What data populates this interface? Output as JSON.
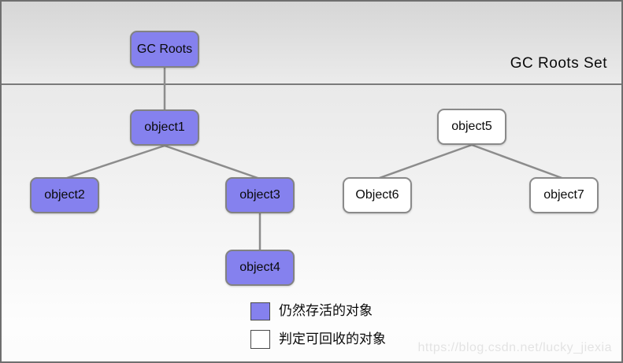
{
  "header": {
    "title": "GC Roots Set"
  },
  "nodes": {
    "gcroots": {
      "label": "GC Roots",
      "type": "alive"
    },
    "object1": {
      "label": "object1",
      "type": "alive"
    },
    "object2": {
      "label": "object2",
      "type": "alive"
    },
    "object3": {
      "label": "object3",
      "type": "alive"
    },
    "object4": {
      "label": "object4",
      "type": "alive"
    },
    "object5": {
      "label": "object5",
      "type": "recyclable"
    },
    "object6": {
      "label": "Object6",
      "type": "recyclable"
    },
    "object7": {
      "label": "object7",
      "type": "recyclable"
    }
  },
  "edges": [
    {
      "from": "gcroots",
      "to": "object1"
    },
    {
      "from": "object1",
      "to": "object2"
    },
    {
      "from": "object1",
      "to": "object3"
    },
    {
      "from": "object3",
      "to": "object4"
    },
    {
      "from": "object5",
      "to": "object6"
    },
    {
      "from": "object5",
      "to": "object7"
    }
  ],
  "legend": {
    "alive_label": "仍然存活的对象",
    "recyclable_label": "判定可回收的对象"
  },
  "colors": {
    "alive_fill": "#8581ee",
    "recyclable_fill": "#ffffff",
    "border_gray": "#828282"
  },
  "watermark": "https://blog.csdn.net/lucky_jiexia"
}
